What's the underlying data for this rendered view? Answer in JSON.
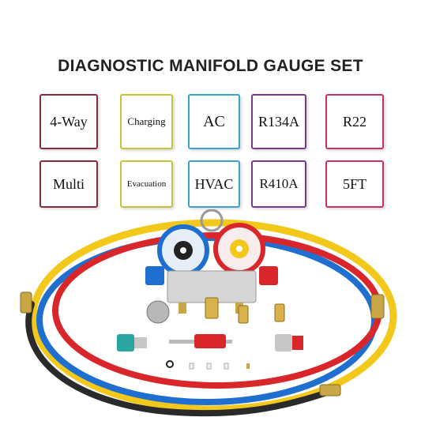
{
  "title": "DIAGNOSTIC MANIFOLD GAUGE SET",
  "tags": [
    {
      "label": "4-Way",
      "color": "#8b2a3a"
    },
    {
      "label": "Charging",
      "color": "#c8c23a"
    },
    {
      "label": "AC",
      "color": "#3aa5c8"
    },
    {
      "label": "R134A",
      "color": "#7a3a8b"
    },
    {
      "label": "R22",
      "color": "#c8306a"
    },
    {
      "label": "Multi",
      "color": "#8b2a3a"
    },
    {
      "label": "Evacuation",
      "color": "#c8c23a"
    },
    {
      "label": "HVAC",
      "color": "#3aa5c8"
    },
    {
      "label": "R410A",
      "color": "#7a3a8b"
    },
    {
      "label": "5FT",
      "color": "#c8306a"
    }
  ],
  "hose_colors": {
    "red": "#d9262b",
    "blue": "#1e6fd0",
    "yellow": "#f2c81b",
    "black": "#2a2a2a"
  }
}
